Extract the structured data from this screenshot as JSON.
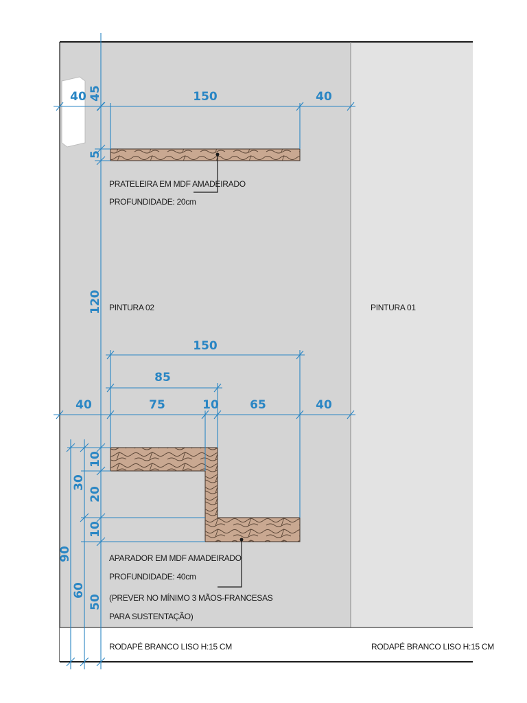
{
  "walls": {
    "left_label": "PINTURA 02",
    "right_label": "PINTURA 01",
    "left_color": "#d4d4d4",
    "right_color": "#e3e3e3"
  },
  "baseboard": {
    "left_label": "RODAPÉ BRANCO LISO H:15 CM",
    "right_label": "RODAPÉ BRANCO LISO H:15 CM"
  },
  "shelf": {
    "label_line1": "PRATELEIRA EM MDF AMADEIRADO",
    "label_line2": "PROFUNDIDADE: 20cm",
    "wood_color": "#c9a891"
  },
  "sideboard": {
    "label_line1": "APARADOR EM MDF AMADEIRADO",
    "label_line2": "PROFUNDIDADE: 40cm",
    "label_line3": "(PREVER NO MÍNIMO 3 MÃOS-FRANCESAS",
    "label_line4": "PARA SUSTENTAÇÃO)",
    "wood_color": "#c9a891"
  },
  "dimensions": {
    "top_left_offset": "40",
    "top_shelf_width": "150",
    "top_right_offset": "40",
    "shelf_top_gap": "45",
    "shelf_thickness": "5",
    "shelf_to_sideboard": "120",
    "bottom_total_width": "150",
    "bottom_step_width": "85",
    "bottom_left_offset": "40",
    "bottom_upper_segment": "75",
    "bottom_riser": "10",
    "bottom_lower_segment": "65",
    "bottom_right_offset": "40",
    "upper_board": "10",
    "step_height": "20",
    "lower_board": "10",
    "below_upper_board": "30",
    "below_sideboard": "50",
    "lower_level_height": "60",
    "total_height": "90"
  },
  "dimension_color": "#2a86c4"
}
